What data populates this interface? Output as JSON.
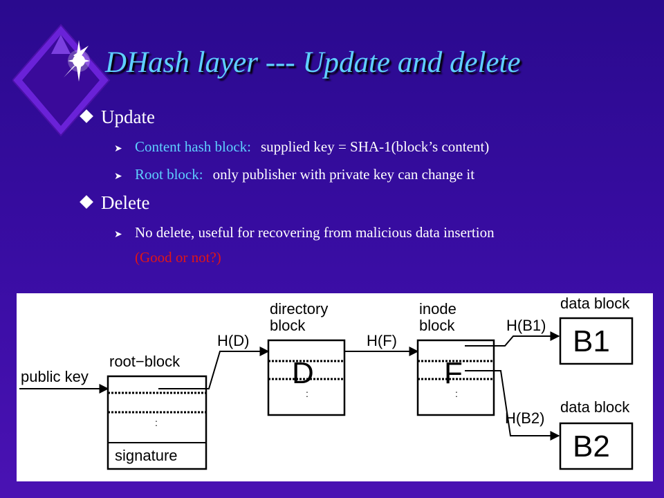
{
  "slide": {
    "title": "DHash layer --- Update and delete",
    "colors": {
      "background": "#3a0da4",
      "title": "#5fd0ff",
      "highlight": "#e01616",
      "text": "#ffffff"
    },
    "decoration_icon": "diamond-star-icon",
    "bullets": [
      {
        "label": "Update",
        "items": [
          {
            "key": "Content hash block:",
            "value": "supplied key = SHA-1(block’s content)"
          },
          {
            "key": "Root block:",
            "value": "only publisher with private key can change it"
          }
        ]
      },
      {
        "label": "Delete",
        "items": [
          {
            "key": "",
            "value": "No delete, useful for recovering from malicious data insertion"
          }
        ],
        "note": "(Good or not?)"
      }
    ]
  },
  "diagram": {
    "labels": {
      "public_key": "public key",
      "root_block": "root−block",
      "signature": "signature",
      "hd": "H(D)",
      "directory_block_1": "directory",
      "directory_block_2": "block",
      "d_letter": "D",
      "hf": "H(F)",
      "inode_block_1": "inode",
      "inode_block_2": "block",
      "f_letter": "F",
      "hb1": "H(B1)",
      "hb2": "H(B2)",
      "data_block_1": "data block",
      "data_block_2": "data block",
      "b1": "B1",
      "b2": "B2"
    }
  }
}
